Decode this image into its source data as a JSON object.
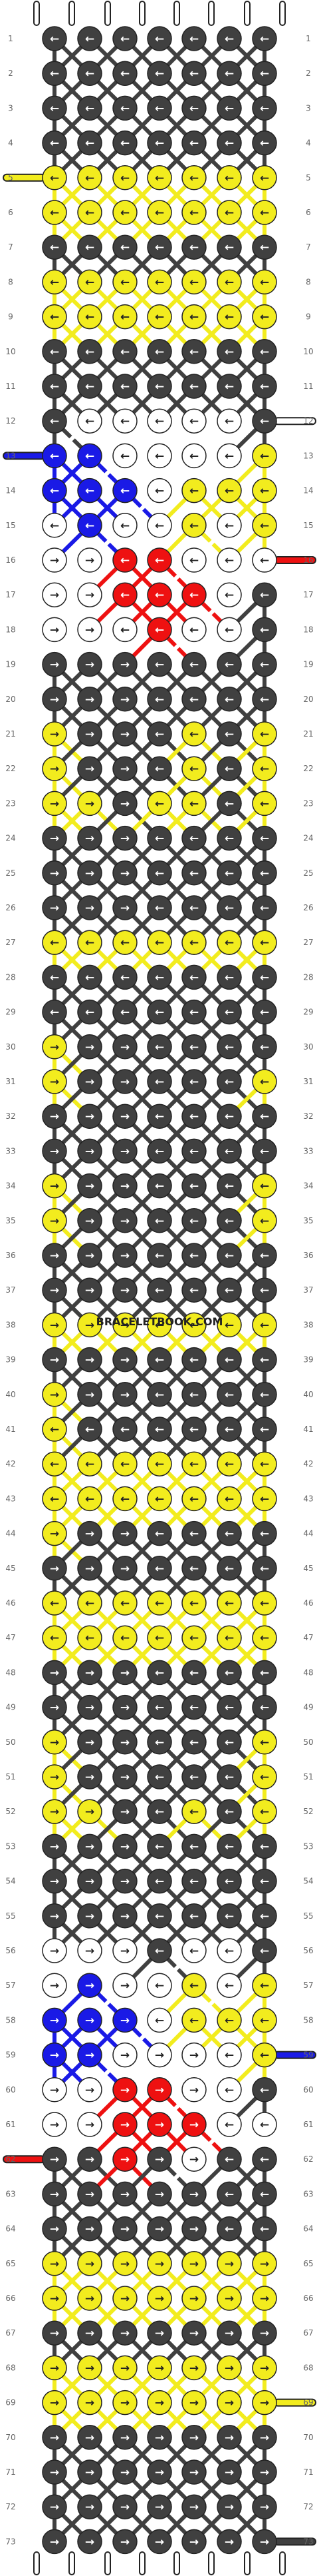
{
  "pattern": {
    "rows": 73,
    "knots_per_row": 7,
    "watermark": "BRACELETBOOK.COM",
    "colors": {
      "K": "#404040",
      "Y": "#f2ec1e",
      "W": "#ffffff",
      "B": "#1a1ae6",
      "R": "#ee1111",
      "stroke": "#222222",
      "background": "#ffffff",
      "label": "#666666"
    },
    "row_colors": [
      "KKKKKKK",
      "KKKKKKK",
      "KKKKKKK",
      "KKKKKKK",
      "YYYYYYY",
      "YYYYYYY",
      "KKKKKKK",
      "YYYYYYY",
      "YYYYYYY",
      "KKKKKKK",
      "KKKKKKK",
      "KWWWWWK",
      "BBWWWWY",
      "BBBWYYY",
      "WBWWYWY",
      "WWRRWWW",
      "WWRRRWK",
      "WWWRWWK",
      "KKKKKKK",
      "KKKKKKK",
      "YKKKYKY",
      "YKKKYKY",
      "YYKYYKY",
      "KKKKKKK",
      "KKKKKKK",
      "KKKKKKK",
      "YYYYYYY",
      "KKKKKKK",
      "KKKKKKK",
      "YKKKKKK",
      "YKKKKKY",
      "KKKKKKK",
      "KKKKKKK",
      "YKKKKKY",
      "YKKKKKY",
      "KKKKKKK",
      "KKKKKKK",
      "YYYYYYY",
      "KKKKKKK",
      "YKKKKKK",
      "YKKKKKK",
      "YYYYYYY",
      "YYYYYYY",
      "YKKKKKK",
      "KKKKKKK",
      "YYYYYYY",
      "YYYYYYY",
      "KKKKKKK",
      "KKKKKKK",
      "YKKKKKY",
      "YKKKKKY",
      "YYKKYKY",
      "KKKKKKK",
      "KKKKKKK",
      "KKKKKKK",
      "WWWKWWK",
      "WBWWYWY",
      "BBBWYYY",
      "BBWWWWY",
      "WWRRWWK",
      "WWRRRWW",
      "KKRKWKK",
      "KKKKKKK",
      "KKKKKKK",
      "YYYYYYY",
      "YYYYYYY",
      "KKKKKKK",
      "YYYYYYY",
      "YYYYYYY",
      "KKKKKKK",
      "KKKKKKK",
      "KKKKKKK",
      "KKKKKKK"
    ],
    "row_arrows": [
      "LLLLLLL",
      "LLLLLLL",
      "LLLLLLL",
      "LLLLLLL",
      "LLLLLLL",
      "LLLLLLL",
      "LLLLLLL",
      "LLLLLLL",
      "LLLLLLL",
      "LLLLLLL",
      "LLLLLLL",
      "LLLLLLL",
      "LLLLLLL",
      "LLLLLLL",
      "LLLLLLL",
      "RRLLLLL",
      "RRLLLLL",
      "RRLLLLL",
      "RRRLLLL",
      "RRRLLLL",
      "RRRLLLL",
      "RRRLLLL",
      "RRRLLLL",
      "RRRLLLL",
      "RRRLLLL",
      "RRRLLLL",
      "LLLLLLL",
      "LLLLLLL",
      "LLLLLLL",
      "RRRLLLL",
      "RRRLLLL",
      "RRRLLLL",
      "RRRLLLL",
      "RRRLLLL",
      "RRRLLLL",
      "RRRLLLL",
      "RRRLLLL",
      "RRRLLLL",
      "RRRLLLL",
      "RRRLLLL",
      "LLLLLLL",
      "LLLLLLL",
      "LLLLLLL",
      "RRRLLLL",
      "RRRLLLL",
      "LLLLLLL",
      "LLLLLLL",
      "RRRLLLL",
      "RRRLLLL",
      "RRRLLLL",
      "RRRLLLL",
      "RRRLLLL",
      "RRRLLLL",
      "RRRLLLL",
      "RRRLLLL",
      "RRRLLLL",
      "RRRLLLL",
      "RRRLLLL",
      "RRRRRLL",
      "RRRRRLL",
      "RRRRRLL",
      "RRRRRLL",
      "RRRRRLL",
      "RRRRRLL",
      "RRRRRRR",
      "RRRRRRR",
      "RRRRRRR",
      "RRRRRRR",
      "RRRRRRR",
      "RRRRRRR",
      "RRRRRRR",
      "RRRRRRR",
      "RRRRRRR"
    ],
    "strings": [
      {
        "row": 5,
        "side": "left",
        "color": "Y"
      },
      {
        "row": 12,
        "side": "right",
        "color": "W"
      },
      {
        "row": 13,
        "side": "left",
        "color": "B"
      },
      {
        "row": 16,
        "side": "right",
        "color": "R"
      },
      {
        "row": 59,
        "side": "right",
        "color": "B"
      },
      {
        "row": 62,
        "side": "left",
        "color": "R"
      },
      {
        "row": 69,
        "side": "right",
        "color": "Y"
      },
      {
        "row": 73,
        "side": "right",
        "color": "K"
      }
    ]
  }
}
